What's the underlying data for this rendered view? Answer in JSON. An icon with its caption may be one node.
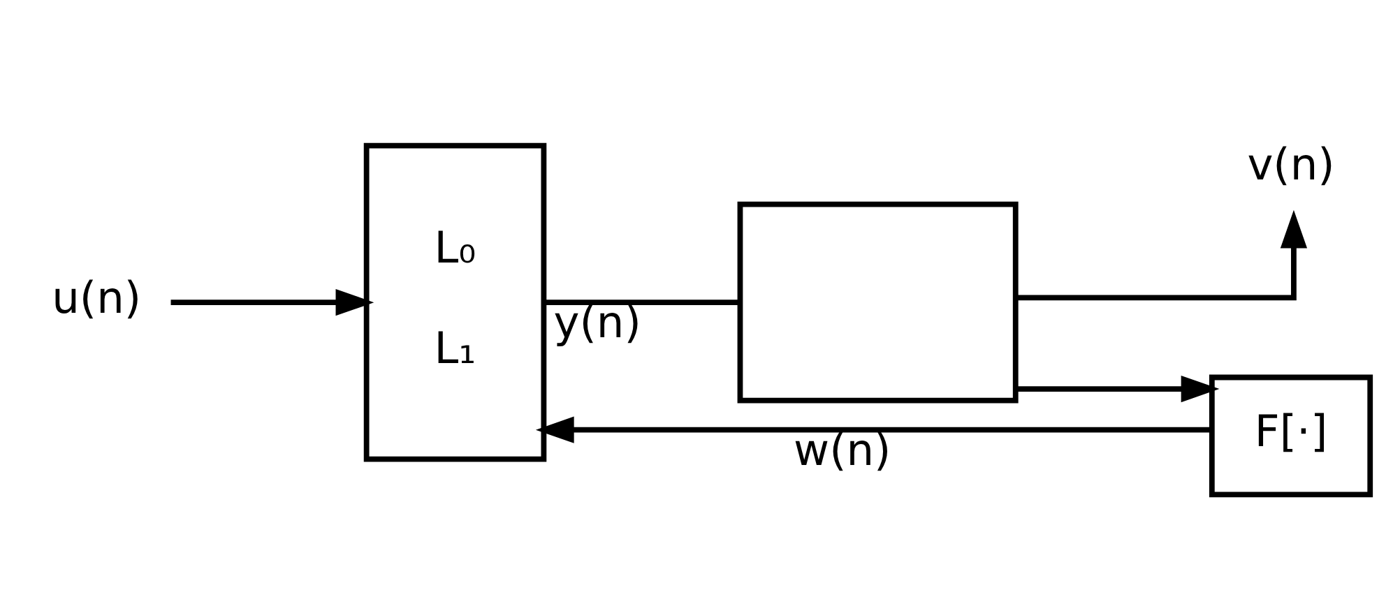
{
  "diagram": {
    "nodes": [
      {
        "text": [
          "u(n)"
        ]
      },
      {
        "text": [
          "L₀",
          "L₁"
        ]
      },
      {
        "text": [],
        "shape": "box"
      },
      {
        "text": [
          "v(n)"
        ]
      },
      {
        "text": [
          "F[·]"
        ]
      }
    ],
    "edges": [
      {
        "from": 0,
        "to": 1,
        "arrow": "to"
      },
      {
        "from": 1,
        "to": 2,
        "arrow": "none",
        "label": "y(n)"
      },
      {
        "from": 2,
        "to": 3,
        "arrow": "to"
      },
      {
        "from": 2,
        "to": 4,
        "arrow": "to"
      },
      {
        "from": 4,
        "to": 1,
        "arrow": "to",
        "label": "w(n)"
      }
    ]
  }
}
